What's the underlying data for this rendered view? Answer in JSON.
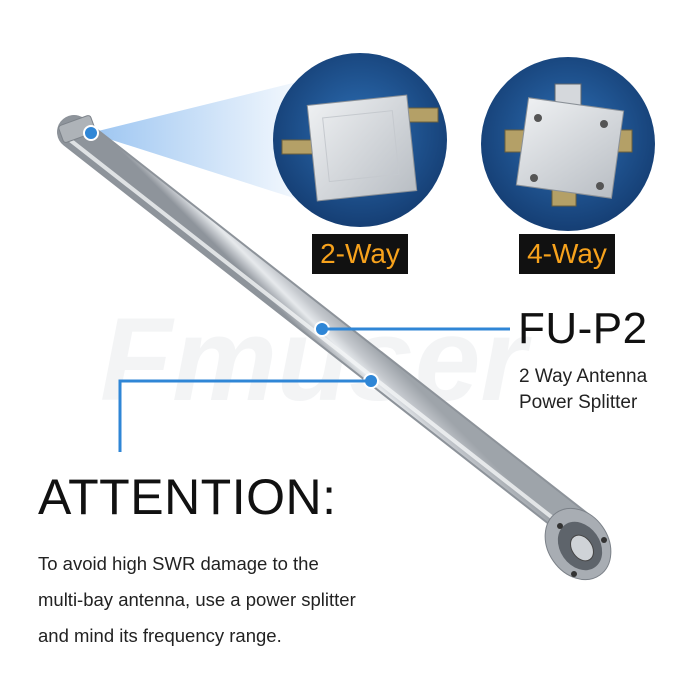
{
  "watermark": "Fmuser",
  "splitter_labels": {
    "two_way": "2-Way",
    "four_way": "4-Way"
  },
  "product": {
    "model": "FU-P2",
    "subtitle_line1": "2 Way Antenna",
    "subtitle_line2": "Power Splitter"
  },
  "notice": {
    "heading": "ATTENTION:",
    "line1": "To avoid high SWR damage to the",
    "line2": "multi-bay antenna, use a power splitter",
    "line3": "and mind its frequency range."
  },
  "colors": {
    "accent_blue": "#2f86d6",
    "label_bg": "#111111",
    "label_text": "#f7a21c",
    "circle_bg": "#1f4f8f",
    "tube_silver": "#c7cbd0"
  }
}
